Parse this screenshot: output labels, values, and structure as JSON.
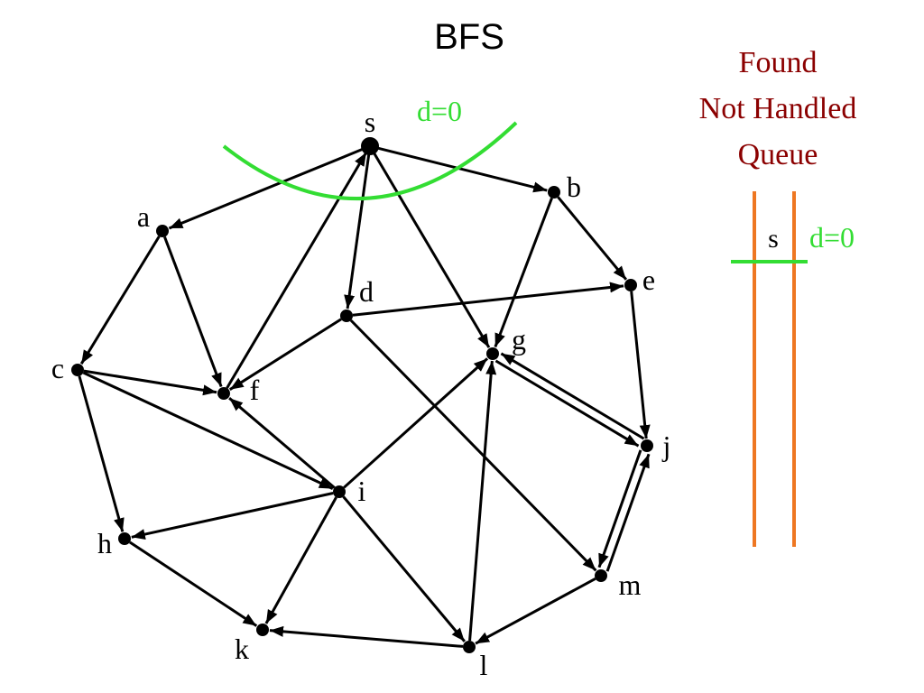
{
  "title": "BFS",
  "colors": {
    "frontier": "#33dd33",
    "heading": "#8b0000",
    "queue_bar": "#ee7722",
    "source_node": "#8b0000",
    "edge": "#000000"
  },
  "graph": {
    "source": "s",
    "frontier_label": "d=0",
    "nodes": [
      {
        "id": "s",
        "label": "s"
      },
      {
        "id": "a",
        "label": "a"
      },
      {
        "id": "b",
        "label": "b"
      },
      {
        "id": "c",
        "label": "c"
      },
      {
        "id": "d",
        "label": "d"
      },
      {
        "id": "e",
        "label": "e"
      },
      {
        "id": "f",
        "label": "f"
      },
      {
        "id": "g",
        "label": "g"
      },
      {
        "id": "h",
        "label": "h"
      },
      {
        "id": "i",
        "label": "i"
      },
      {
        "id": "j",
        "label": "j"
      },
      {
        "id": "k",
        "label": "k"
      },
      {
        "id": "l",
        "label": "l"
      },
      {
        "id": "m",
        "label": "m"
      }
    ],
    "edges": [
      [
        "s",
        "a"
      ],
      [
        "s",
        "b"
      ],
      [
        "s",
        "d"
      ],
      [
        "s",
        "g"
      ],
      [
        "a",
        "c"
      ],
      [
        "a",
        "f"
      ],
      [
        "b",
        "g"
      ],
      [
        "b",
        "e"
      ],
      [
        "c",
        "f"
      ],
      [
        "c",
        "h"
      ],
      [
        "c",
        "i"
      ],
      [
        "d",
        "f"
      ],
      [
        "d",
        "e"
      ],
      [
        "d",
        "m"
      ],
      [
        "e",
        "j"
      ],
      [
        "f",
        "s"
      ],
      [
        "g",
        "j"
      ],
      [
        "j",
        "g"
      ],
      [
        "h",
        "k"
      ],
      [
        "i",
        "f"
      ],
      [
        "i",
        "g"
      ],
      [
        "i",
        "h"
      ],
      [
        "i",
        "k"
      ],
      [
        "i",
        "l"
      ],
      [
        "j",
        "m"
      ],
      [
        "m",
        "j"
      ],
      [
        "l",
        "g"
      ],
      [
        "l",
        "k"
      ],
      [
        "m",
        "l"
      ]
    ]
  },
  "queue": {
    "heading": [
      "Found",
      "Not Handled",
      "Queue"
    ],
    "items": [
      {
        "node": "s",
        "distance": "d=0"
      }
    ]
  }
}
